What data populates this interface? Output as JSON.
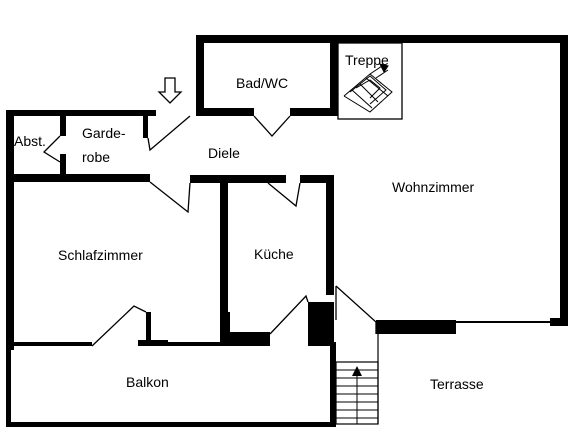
{
  "rooms": {
    "abst": "Abst.",
    "garderobe_line1": "Garde-",
    "garderobe_line2": "robe",
    "diele": "Diele",
    "bad_wc": "Bad/WC",
    "treppe": "Treppe",
    "wohnzimmer": "Wohnzimmer",
    "schlafzimmer": "Schlafzimmer",
    "kueche": "Küche",
    "balkon": "Balkon",
    "terrasse": "Terrasse"
  },
  "icons": {
    "entrance": "down-arrow-icon",
    "stairs_top": "staircase-icon",
    "stairs_bottom": "staircase-up-arrow-icon"
  }
}
